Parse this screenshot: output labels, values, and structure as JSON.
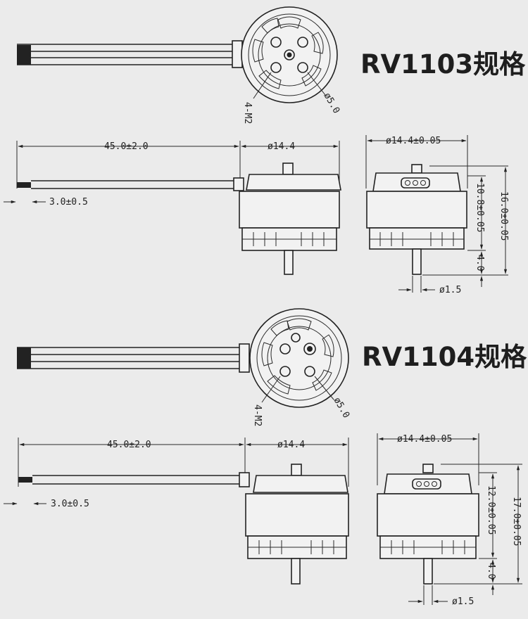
{
  "colors": {
    "background": "#ebebeb",
    "line": "#222222"
  },
  "spec_1103": {
    "title": "RV1103规格",
    "screw_label": "4-M2",
    "shaft_circle": "ø5.0",
    "cable_length": "45.0±2.0",
    "stator_diameter": "ø14.4",
    "wire_end": "3.0±0.5",
    "side_diameter": "ø14.4±0.05",
    "body_height": "10.8±0.05",
    "total_height": "16.0±0.05",
    "shaft_length": "4.0",
    "shaft_diameter": "ø1.5"
  },
  "spec_1104": {
    "title": "RV1104规格",
    "screw_label": "4-M2",
    "shaft_circle": "ø5.0",
    "cable_length": "45.0±2.0",
    "stator_diameter": "ø14.4",
    "wire_end": "3.0±0.5",
    "side_diameter": "ø14.4±0.05",
    "body_height": "12.0±0.05",
    "total_height": "17.0±0.05",
    "shaft_length": "4.0",
    "shaft_diameter": "ø1.5"
  }
}
